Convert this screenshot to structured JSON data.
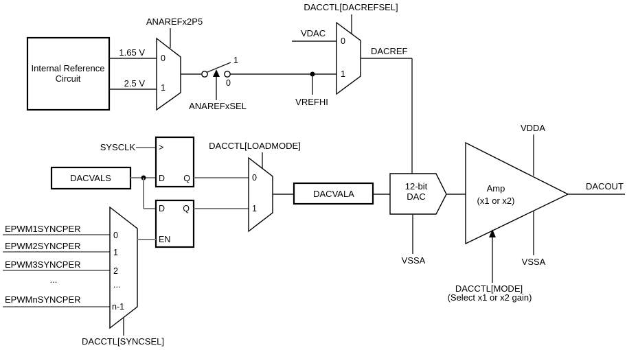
{
  "colors": {
    "background": "#ffffff",
    "wire_digital": "#808080",
    "wire_analog": "#1a1a1a",
    "outline": "#000000",
    "text": "#000000"
  },
  "reference": {
    "box_line1": "Internal Reference",
    "box_line2": "Circuit",
    "out_165": "1.65 V",
    "out_25": "2.5 V",
    "mux_label": "ANAREFx2P5",
    "mux_in0": "0",
    "mux_in1": "1",
    "switch_pos1": "1",
    "switch_pos0": "0",
    "switch_label": "ANAREFxSEL"
  },
  "refsel": {
    "mux_label": "DACCTL[DACREFSEL]",
    "vdac": "VDAC",
    "in0": "0",
    "in1": "1",
    "vrefhi": "VREFHI",
    "out": "DACREF"
  },
  "load": {
    "sysclk": "SYSCLK",
    "dacvals": "DACVALS",
    "ff1_clk": ">",
    "ff1_d": "D",
    "ff1_q": "Q",
    "ff2_d": "D",
    "ff2_q": "Q",
    "ff2_en": "EN",
    "mux_label": "DACCTL[LOADMODE]",
    "mux_in0": "0",
    "mux_in1": "1",
    "dacvala": "DACVALA"
  },
  "sync": {
    "inputs": [
      "EPWM1SYNCPER",
      "EPWM2SYNCPER",
      "EPWM3SYNCPER",
      "EPWMnSYNCPER"
    ],
    "ellipsis": "...",
    "ports": [
      "0",
      "1",
      "2",
      "...",
      "n-1"
    ],
    "mux_label": "DACCTL[SYNCSEL]"
  },
  "dac": {
    "line1": "12-bit",
    "line2": "DAC",
    "vssa": "VSSA"
  },
  "amp": {
    "line1": "Amp",
    "line2": "(x1 or x2)",
    "vdda": "VDDA",
    "vssa": "VSSA",
    "out": "DACOUT",
    "mode_line1": "DACCTL[MODE]",
    "mode_line2": "(Select x1 or x2 gain)"
  }
}
